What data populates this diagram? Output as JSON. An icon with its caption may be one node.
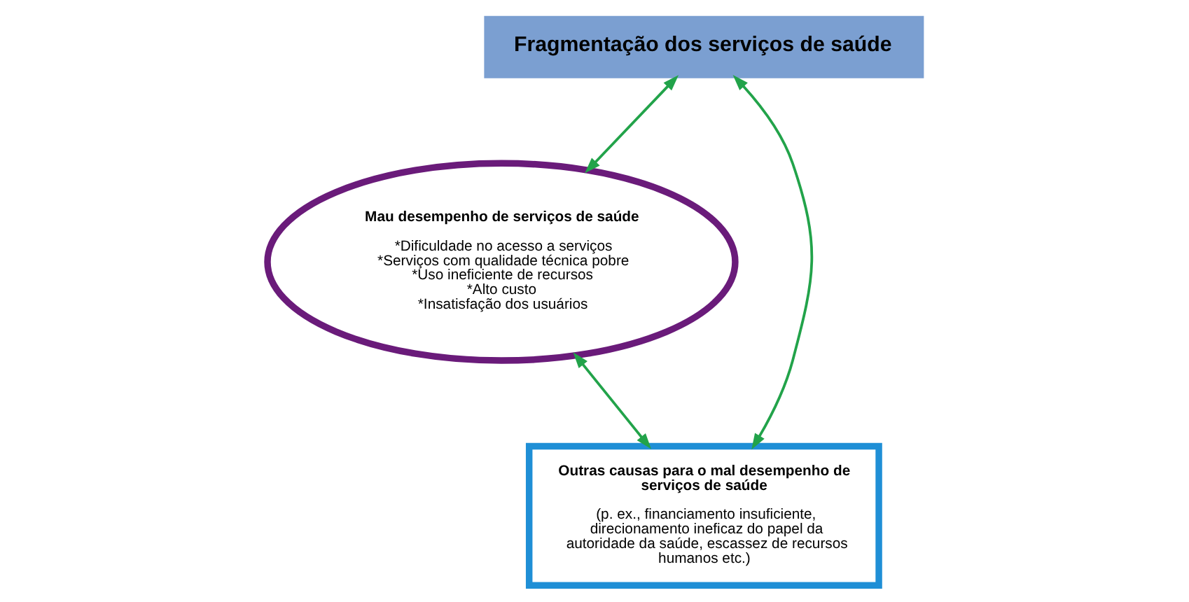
{
  "diagram": {
    "nodes": [
      {
        "text": [
          "Fragmentação dos serviços de saúde"
        ]
      },
      {
        "text": [
          "Mau desempenho de serviços de saúde",
          "*Dificuldade no acesso a serviços",
          "*Serviços com qualidade técnica pobre",
          "*Uso ineficiente de recursos",
          "*Alto custo",
          "*Insatisfação dos usuários"
        ]
      },
      {
        "text": [
          "Outras causas para o mal desempenho de serviços de saúde",
          "(p. ex., financiamento insuficiente, direcionamento ineficaz do papel da autoridade da saúde, escassez de recursos humanos etc.)"
        ]
      }
    ],
    "edges": [
      {
        "from": 0,
        "to": 1,
        "arrow": "both"
      },
      {
        "from": 0,
        "to": 2,
        "arrow": "both"
      },
      {
        "from": 1,
        "to": 2,
        "arrow": "both"
      }
    ]
  }
}
